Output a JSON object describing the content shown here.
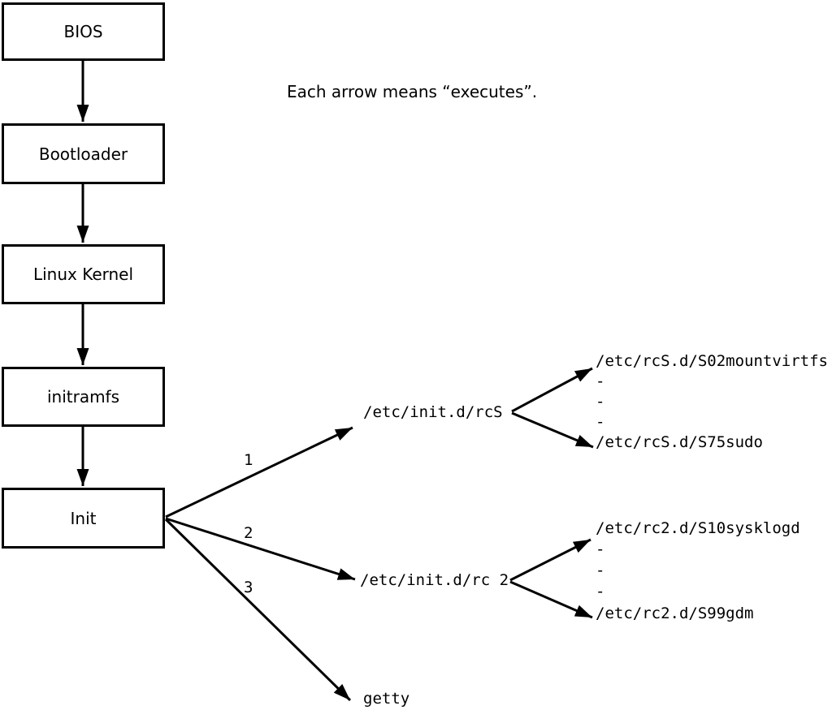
{
  "colors": {
    "ink": "#000000",
    "background": "#ffffff"
  },
  "caption": "Each arrow means “executes”.",
  "flow_boxes": [
    {
      "label": "BIOS"
    },
    {
      "label": "Bootloader"
    },
    {
      "label": "Linux Kernel"
    },
    {
      "label": "initramfs"
    },
    {
      "label": "Init"
    }
  ],
  "init_branches": [
    {
      "order": "1",
      "target": "/etc/init.d/rcS"
    },
    {
      "order": "2",
      "target": "/etc/init.d/rc 2"
    },
    {
      "order": "3",
      "target": "getty"
    }
  ],
  "rcs_scripts": {
    "lines": [
      "/etc/rcS.d/S02mountvirtfs",
      "-",
      "-",
      "-",
      "/etc/rcS.d/S75sudo"
    ]
  },
  "rc2_scripts": {
    "lines": [
      "/etc/rc2.d/S10sysklogd",
      "-",
      "-",
      "-",
      "/etc/rc2.d/S99gdm"
    ]
  }
}
